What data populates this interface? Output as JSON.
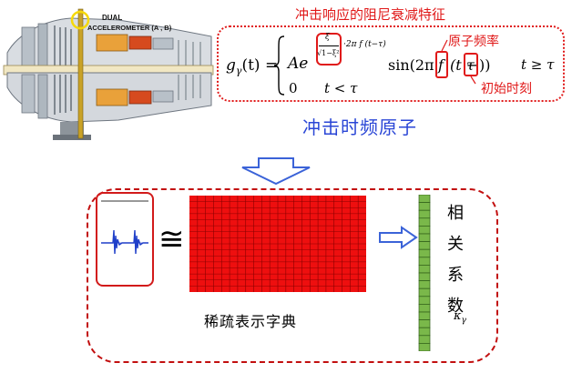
{
  "engine": {
    "label_line1": "DUAL",
    "label_line2": "ACCELEROMETER (A , B)"
  },
  "formula": {
    "title": "冲击响应的阻尼衰减特征",
    "lhs": "g",
    "lhs_sub": "γ",
    "lhs_arg": "(t) =",
    "case1_A": "Ae",
    "exp_xi": "ξ",
    "exp_den": "√1−ξ²",
    "exp_rest": "·2π f (t−τ)",
    "sin_open": "sin(2π",
    "f_symbol": "f",
    "paren_open": "(t −",
    "tau_symbol": "τ",
    "paren_close": "))",
    "cond1": "t ≥ τ",
    "case2_value": "0",
    "cond2": "t < τ",
    "label_freq": "原子频率",
    "label_time": "初始时刻"
  },
  "atom_title": "冲击时频原子",
  "approx_symbol": "≅",
  "dictionary": {
    "caption": "稀疏表示字典",
    "rows": 16,
    "cols": 22,
    "fill_color": "#ee0f0f",
    "grid_color": "#8a0000"
  },
  "coefficients": {
    "label_chars": [
      "相",
      "关",
      "系",
      "数"
    ],
    "symbol": "κ",
    "symbol_sub": "γ",
    "cells": 20,
    "fill_color": "#7ab84a"
  },
  "colors": {
    "accent_red": "#e01919",
    "title_blue": "#2a46d6",
    "arrow_blue": "#3b63d8",
    "signal_blue": "#1f3fc9"
  }
}
